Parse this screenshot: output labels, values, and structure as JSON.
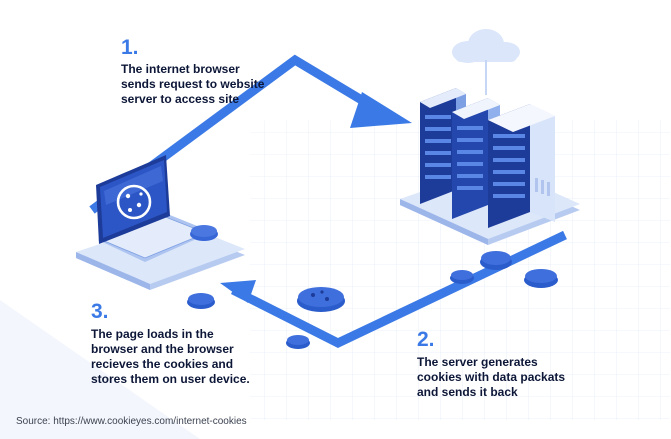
{
  "steps": [
    {
      "number": "1.",
      "text": [
        "The internet browser",
        "sends request to website",
        "server to access site"
      ]
    },
    {
      "number": "2.",
      "text": [
        "The server generates",
        "cookies with data packats",
        "and sends it back"
      ]
    },
    {
      "number": "3.",
      "text": [
        "The page loads in the",
        "browser and the browser",
        "recieves the cookies and",
        "stores them on user device."
      ]
    }
  ],
  "source": "Source: https://www.cookieyes.com/internet-cookies",
  "colors": {
    "accent": "#3b7ae6",
    "dark": "#1d3b99",
    "text": "#0c1637",
    "platform": "#cfdcf7"
  },
  "icons": [
    "laptop-icon",
    "cookie-icon",
    "server-rack-icon",
    "cloud-icon",
    "arrow-icon"
  ]
}
